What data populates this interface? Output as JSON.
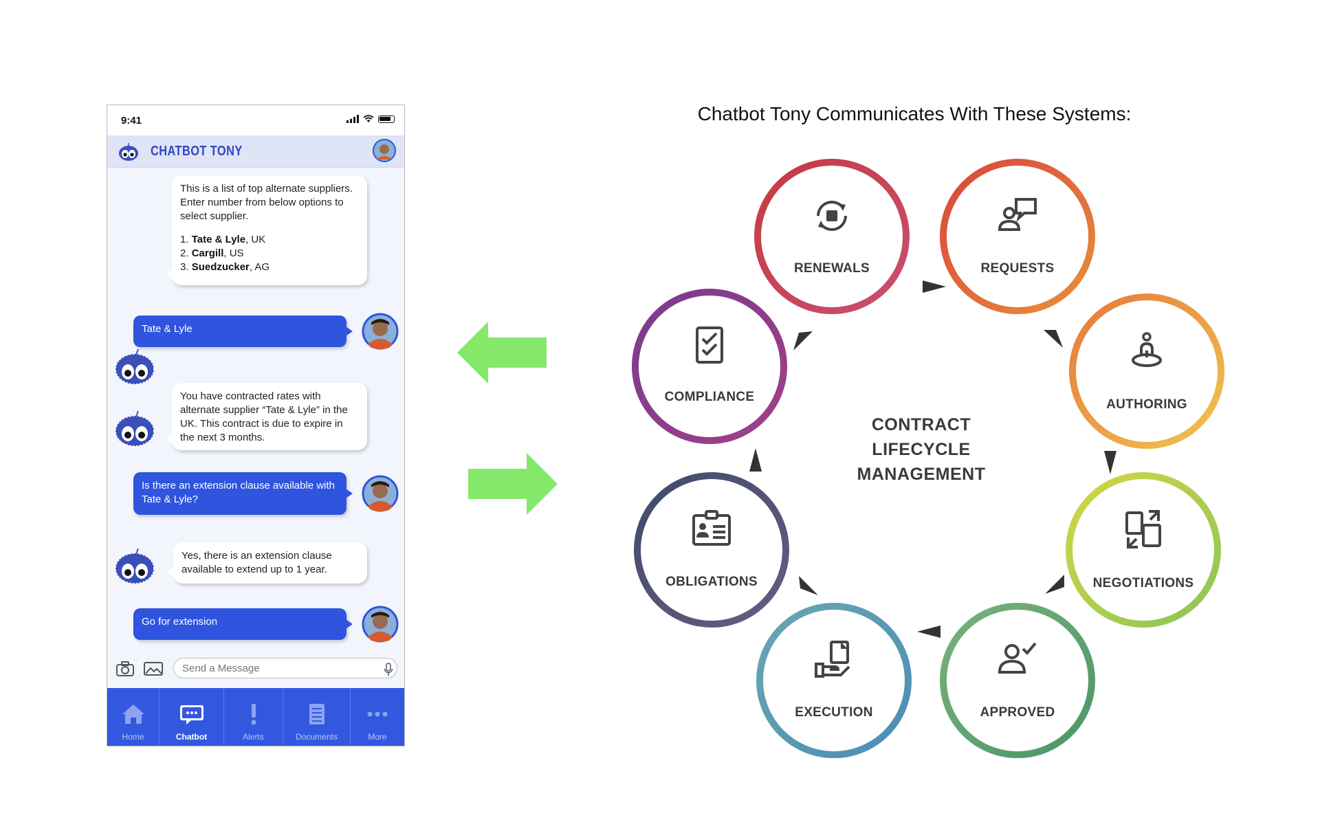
{
  "phone": {
    "status": {
      "time": "9:41"
    },
    "header": {
      "title": "CHATBOT TONY"
    },
    "messages": {
      "bot1_intro": "This is a list of top alternate suppliers. Enter number from below options to select supplier.",
      "bot1_list": [
        {
          "num": "1.",
          "name": "Tate & Lyle",
          "loc": ", UK"
        },
        {
          "num": "2.",
          "name": "Cargill",
          "loc": ", US"
        },
        {
          "num": "3.",
          "name": "Suedzucker",
          "loc": ", AG"
        }
      ],
      "user1": "Tate & Lyle",
      "bot2": "You  have contracted  rates with alternate supplier “Tate & Lyle”  in the UK. This contract is due to expire in the next 3 months.",
      "user2": "Is there an extension clause available with Tate & Lyle?",
      "bot3": "Yes, there is an extension clause available to extend up to 1 year.",
      "user3": "Go for extension"
    },
    "composer": {
      "placeholder": "Send a Message"
    },
    "tabs": [
      {
        "label": "Home",
        "icon": "home-icon",
        "active": false
      },
      {
        "label": "Chatbot",
        "icon": "chat-icon",
        "active": true
      },
      {
        "label": "Alerts",
        "icon": "alert-icon",
        "active": false
      },
      {
        "label": "Documents",
        "icon": "document-icon",
        "active": false
      },
      {
        "label": "More",
        "icon": "more-icon",
        "active": false
      }
    ],
    "colors": {
      "accent": "#2f55de",
      "header_bg": "#dfe4f6",
      "tabbar": "#3358e0"
    }
  },
  "arrows": {
    "color": "#86e86a"
  },
  "diagram": {
    "title": "Chatbot Tony Communicates With These Systems:",
    "center": [
      "CONTRACT",
      "LIFECYCLE",
      "MANAGEMENT"
    ],
    "nodes": [
      {
        "label": "RENEWALS",
        "icon": "renew-icon"
      },
      {
        "label": "REQUESTS",
        "icon": "request-icon"
      },
      {
        "label": "AUTHORING",
        "icon": "authoring-icon"
      },
      {
        "label": "NEGOTIATIONS",
        "icon": "negotiation-icon"
      },
      {
        "label": "APPROVED",
        "icon": "approved-icon"
      },
      {
        "label": "EXECUTION",
        "icon": "execution-icon"
      },
      {
        "label": "OBLIGATIONS",
        "icon": "obligations-icon"
      },
      {
        "label": "COMPLIANCE",
        "icon": "compliance-icon"
      }
    ]
  }
}
